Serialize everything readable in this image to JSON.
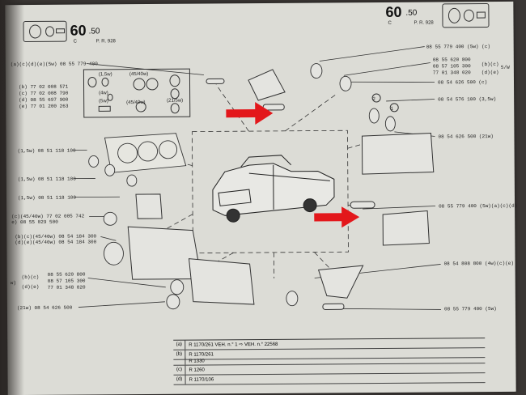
{
  "header": {
    "left_page_number": "60",
    "left_page_sub": ".50",
    "left_page_ref_c": "C",
    "left_page_ref": "P. R. 928",
    "right_page_number": "60",
    "right_page_sub": ".50",
    "right_page_ref_c": "C",
    "right_page_ref": "P. R. 928"
  },
  "left_labels": {
    "top_ref": "(a)(c)(d)(e)(5w) 08 55 779 400",
    "b_list": [
      "(b)  77 02 008 571",
      "(c)  77 02 008 790",
      "(d)  08 55 697 900",
      "(e)  77 01 200 263"
    ],
    "inset_labels": [
      "(1,5w)",
      "(45/40w)",
      "(4w)",
      "(5w)",
      "(45/40w)",
      "(21/5w)"
    ],
    "row1": "(1,5w)  08 51 118 100",
    "row2": "(1,5w)  08 51 118 100",
    "row3": "(1,5w)  08 51 118 100",
    "row4a": "(c)(45/40w)  77 02 005 742",
    "row4b": "e)                08 55 029 500",
    "row5a": "(b)(c)(45/40w)  08 54 184 300",
    "row5b": "(d)(e)(45/40w)  08 54 184 300",
    "row6a": "(b)(c)",
    "row6b": "(d)(e)",
    "row6c": "08 55 620 800",
    "row6d": "08 57 105 300",
    "row6e": "77 01 348 020",
    "row6w": "w)",
    "row7": "(21w)  08 54 626 500"
  },
  "right_labels": {
    "r1": "08 55 779 400 (5w) (c)",
    "r2a": "08 55 620 800",
    "r2b": "08 57 105 300",
    "r2c": "77 01 348 020",
    "r2_tag1": "(b)(c)",
    "r2_tag2": "(d)(e)",
    "r2_watt": "5/W",
    "r3": "08 54 626 500 (c)",
    "r4": "08 54 576 100 (3,5w)",
    "r5": "08 54 626 500 (21w)",
    "r6": "08 55 779 400 (5w)(a)(c)(d)",
    "r7": "08 54 808 800 (4w)(c)(e)",
    "r8": "08 55 779 400 (5w)",
    "circle_labels": [
      "2",
      "1"
    ]
  },
  "table": {
    "rows": [
      {
        "code": "(a)",
        "desc": "R 1170/261  VEH. n.°        1  ⇨  VEH. n.°  22568"
      },
      {
        "code": "(b)",
        "desc": "R 1170/261"
      },
      {
        "code": "",
        "desc": "R 1330"
      },
      {
        "code": "(c)",
        "desc": "R 1260"
      },
      {
        "code": "(d)",
        "desc": "R 1170/106"
      }
    ]
  },
  "colors": {
    "paper": "#dcdcd6",
    "ink": "#1c1c1c",
    "arrow": "#e3171b",
    "background": "#3a3634"
  },
  "icons": [
    "red-arrow-icon",
    "bulb-icon",
    "car-icon",
    "headlamp-icon",
    "taillight-icon"
  ]
}
